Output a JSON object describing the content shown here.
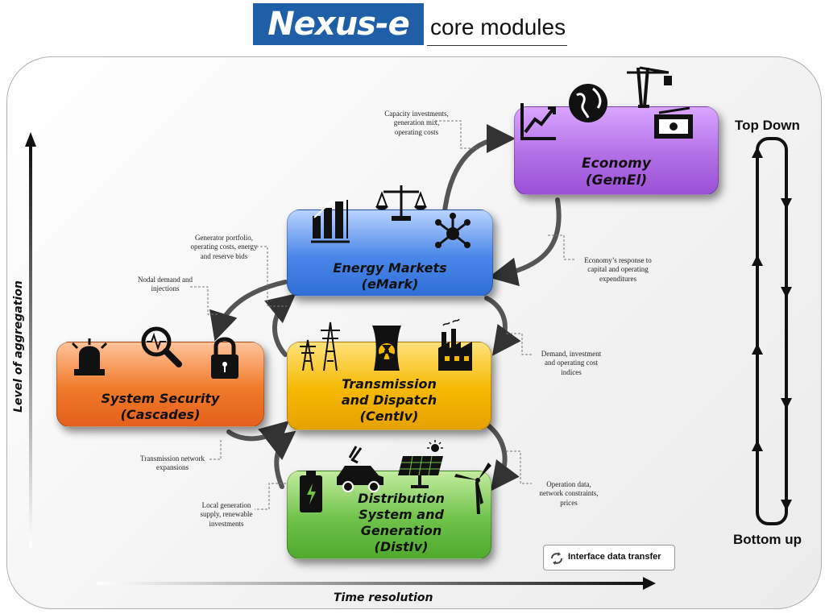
{
  "header": {
    "logo_text": "Nexus-e",
    "subtitle": "core modules"
  },
  "axes": {
    "y_label": "Level of aggregation",
    "x_label": "Time resolution"
  },
  "direction": {
    "top": "Top Down",
    "bottom": "Bottom up"
  },
  "modules": {
    "economy": {
      "line1": "Economy",
      "line2": "(GemEl)"
    },
    "emark": {
      "line1": "Energy Markets",
      "line2": "(eMark)"
    },
    "security": {
      "line1": "System Security",
      "line2": "(Cascades)"
    },
    "centiv": {
      "line1": "Transmission",
      "line2": "and Dispatch",
      "line3": "(CentIv)"
    },
    "distiv": {
      "line1": "Distribution",
      "line2": "System and",
      "line3": "Generation",
      "line4": "(DistIv)"
    }
  },
  "annotations": {
    "capacity": {
      "l1": "Capacity investments,",
      "l2": "generation mix,",
      "l3": "operating costs"
    },
    "economy_response": {
      "l1": "Economy’s response to",
      "l2": "capital and operating",
      "l3": "expenditures"
    },
    "generator": {
      "l1": "Generator portfolio,",
      "l2": "operating costs, energy",
      "l3": "and reserve bids"
    },
    "nodal": {
      "l1": "Nodal demand and",
      "l2": "injections"
    },
    "demand": {
      "l1": "Demand, investment",
      "l2": "and operating cost",
      "l3": "indices"
    },
    "transmission_exp": {
      "l1": "Transmission network",
      "l2": "expansions"
    },
    "operation": {
      "l1": "Operation data,",
      "l2": "network constraints,",
      "l3": "prices"
    },
    "local": {
      "l1": "Local generation",
      "l2": "supply, renewable",
      "l3": "investments"
    }
  },
  "legend": {
    "label": "Interface data transfer",
    "icon": "refresh-icon"
  },
  "colors": {
    "logo": "#1f5fa8",
    "economy": "#b36fe6",
    "emark": "#4a86e8",
    "security": "#f07a2a",
    "centiv": "#f5b800",
    "distiv": "#6fc24a"
  }
}
